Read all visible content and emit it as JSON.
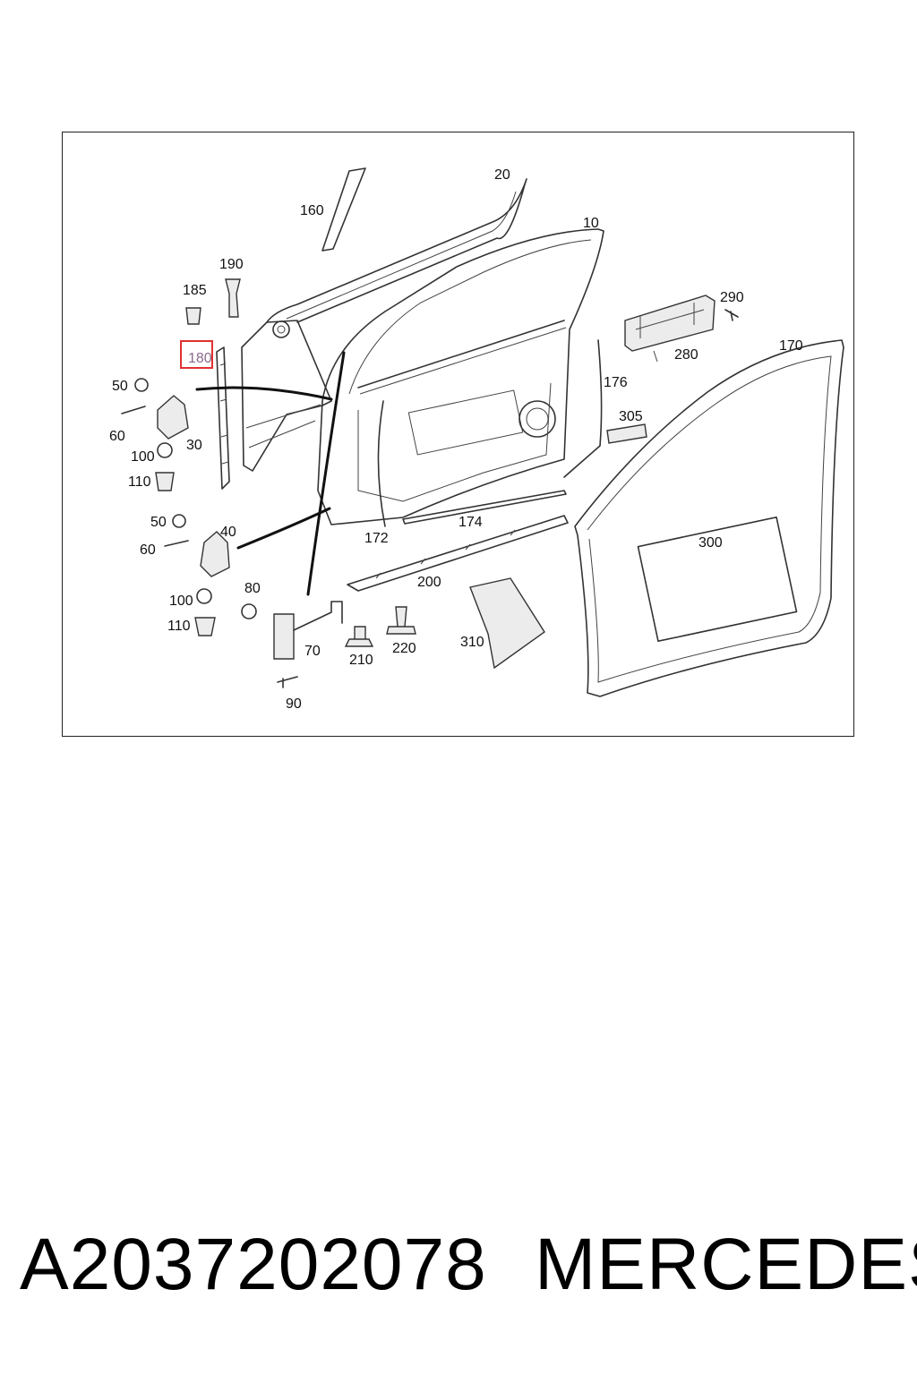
{
  "callouts": [
    {
      "id": "c10",
      "label": "10"
    },
    {
      "id": "c20",
      "label": "20"
    },
    {
      "id": "c30",
      "label": "30"
    },
    {
      "id": "c40",
      "label": "40"
    },
    {
      "id": "c50a",
      "label": "50"
    },
    {
      "id": "c50b",
      "label": "50"
    },
    {
      "id": "c60a",
      "label": "60"
    },
    {
      "id": "c60b",
      "label": "60"
    },
    {
      "id": "c70",
      "label": "70"
    },
    {
      "id": "c80",
      "label": "80"
    },
    {
      "id": "c90",
      "label": "90"
    },
    {
      "id": "c100a",
      "label": "100"
    },
    {
      "id": "c100b",
      "label": "100"
    },
    {
      "id": "c110a",
      "label": "110"
    },
    {
      "id": "c110b",
      "label": "110"
    },
    {
      "id": "c160",
      "label": "160"
    },
    {
      "id": "c170",
      "label": "170"
    },
    {
      "id": "c172",
      "label": "172"
    },
    {
      "id": "c174",
      "label": "174"
    },
    {
      "id": "c176",
      "label": "176"
    },
    {
      "id": "c180",
      "label": "180",
      "highlighted": true
    },
    {
      "id": "c185",
      "label": "185"
    },
    {
      "id": "c190",
      "label": "190"
    },
    {
      "id": "c200",
      "label": "200"
    },
    {
      "id": "c210",
      "label": "210"
    },
    {
      "id": "c220",
      "label": "220"
    },
    {
      "id": "c280",
      "label": "280"
    },
    {
      "id": "c290",
      "label": "290"
    },
    {
      "id": "c300",
      "label": "300"
    },
    {
      "id": "c305",
      "label": "305"
    },
    {
      "id": "c310",
      "label": "310"
    }
  ],
  "highlight_color": "#e03030",
  "footer": {
    "part_number": "A2037202078",
    "brand": "MERCEDES"
  }
}
